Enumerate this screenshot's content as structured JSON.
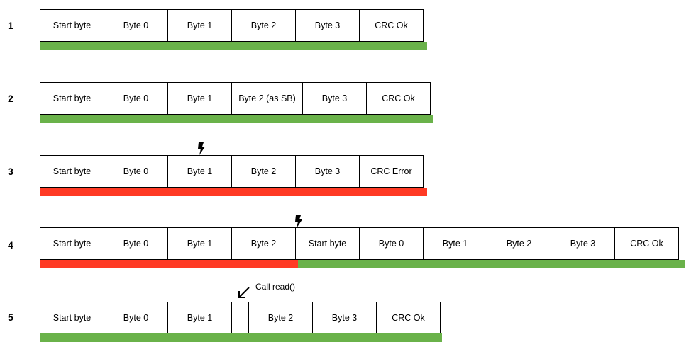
{
  "rows": [
    {
      "number": "1",
      "cells": [
        "Start byte",
        "Byte 0",
        "Byte 1",
        "Byte 2",
        "Byte 3",
        "CRC Ok"
      ],
      "status": "ok"
    },
    {
      "number": "2",
      "cells": [
        "Start byte",
        "Byte 0",
        "Byte 1",
        "Byte 2 (as SB)",
        "Byte 3",
        "CRC Ok"
      ],
      "status": "ok"
    },
    {
      "number": "3",
      "cells": [
        "Start byte",
        "Byte 0",
        "Byte 1",
        "Byte 2",
        "Byte 3",
        "CRC Error"
      ],
      "status": "error"
    },
    {
      "number": "4",
      "cells_first": [
        "Start byte",
        "Byte 0",
        "Byte 1",
        "Byte 2"
      ],
      "cells_second": [
        "Start byte",
        "Byte 0",
        "Byte 1",
        "Byte 2",
        "Byte 3",
        "CRC Ok"
      ],
      "status_first": "error",
      "status_second": "ok"
    },
    {
      "number": "5",
      "cells_first": [
        "Start byte",
        "Byte 0",
        "Byte 1"
      ],
      "cells_second": [
        "Byte 2",
        "Byte 3",
        "CRC Ok"
      ],
      "status": "ok",
      "annotation": "Call read()"
    }
  ],
  "colors": {
    "ok": "#6ab24a",
    "error": "#ff3a24"
  },
  "icons": {
    "bolt": "lightning-bolt-icon",
    "arrow": "arrow-down-left-icon"
  }
}
